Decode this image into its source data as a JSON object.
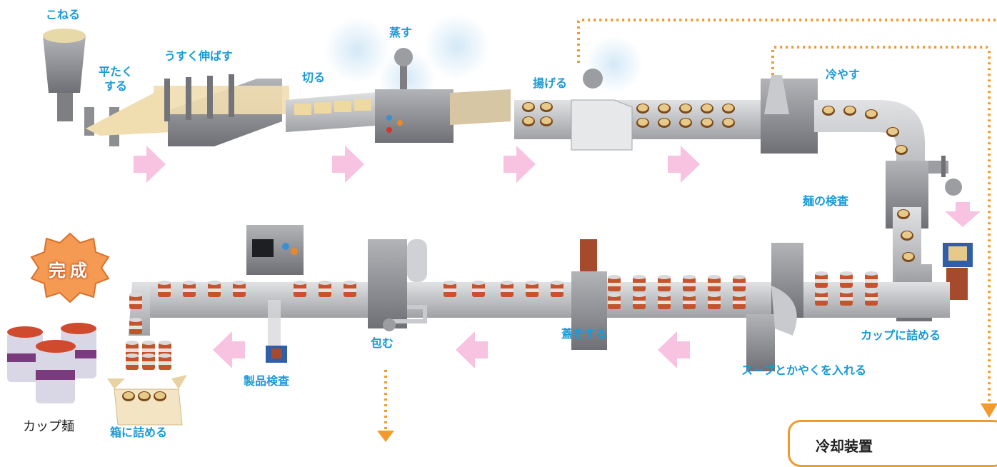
{
  "labels": {
    "knead": "こねる",
    "flatten_line1": "平たく",
    "flatten_line2": "する",
    "roll_thin": "うすく伸ばす",
    "cut": "切る",
    "steam": "蒸す",
    "fry": "揚げる",
    "cool": "冷やす",
    "noodle_inspection": "麺の検査",
    "cup_fill": "カップに詰める",
    "soup_toppings": "スープとかやくを入れる",
    "lid": "蓋をする",
    "wrap": "包む",
    "product_inspection": "製品検査",
    "box_pack": "箱に詰める",
    "cup_noodle": "カップ麺"
  },
  "badge": {
    "done": "完成"
  },
  "panel": {
    "title": "冷却装置"
  },
  "colors": {
    "label": "#1a9ad6",
    "flow_arrow": "#f7c3e0",
    "dotted_route": "#f39a2c",
    "machine": "#8e8f93",
    "conveyor": "#c9cbce",
    "badge": "#f59a53"
  },
  "icons": [
    "flow-arrow-right",
    "flow-arrow-left",
    "flow-arrow-down",
    "dotted-route-arrow"
  ]
}
